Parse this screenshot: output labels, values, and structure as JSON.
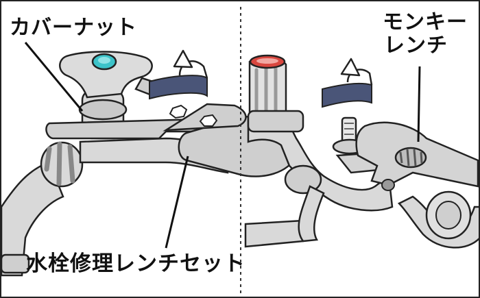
{
  "labels": {
    "cover_nut": "カバーナット",
    "monkey_wrench_line1": "モンキー",
    "monkey_wrench_line2": "レンチ",
    "faucet_repair_wrench_set": "水栓修理レンチセット"
  },
  "colors": {
    "metal": "#d9d9d9",
    "metal_dark": "#b5b5b5",
    "outline": "#222222",
    "wrench": "#cfcfcf",
    "rotate_arrow": "#4a5578",
    "cap_blue": "#3cc3c9",
    "cap_red": "#d9473f",
    "divider": "#333333"
  },
  "icons": {
    "rotate_left": "counterclockwise-rotate-arrow-icon",
    "rotate_right": "counterclockwise-rotate-arrow-icon"
  }
}
